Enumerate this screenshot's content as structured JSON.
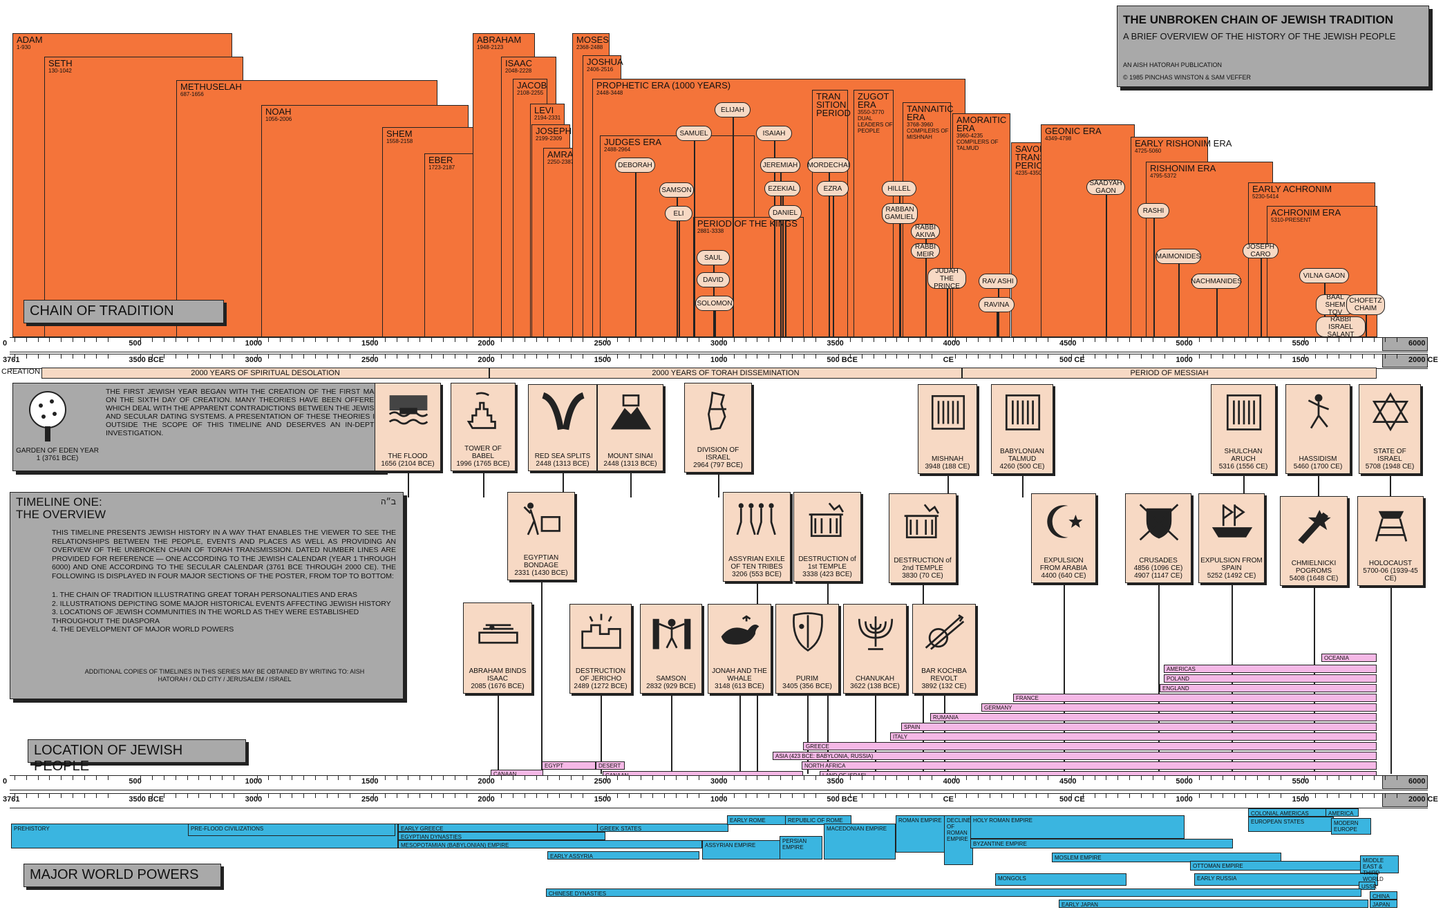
{
  "title": {
    "main": "THE UNBROKEN CHAIN OF JEWISH TRADITION",
    "sub": "A BRIEF OVERVIEW OF THE HISTORY OF THE JEWISH PEOPLE",
    "pub": "AN AISH HATORAH PUBLICATION",
    "copy": "© 1985 PINCHAS WINSTON & SAM VEFFER"
  },
  "banners": {
    "chain": "CHAIN OF TRADITION",
    "location": "LOCATION OF JEWISH PEOPLE",
    "powers": "MAJOR WORLD POWERS"
  },
  "eras": [
    {
      "name": "ADAM",
      "yrs": "1-930"
    },
    {
      "name": "SETH",
      "yrs": "130-1042"
    },
    {
      "name": "METHUSELAH",
      "yrs": "687-1656"
    },
    {
      "name": "NOAH",
      "yrs": "1056-2006"
    },
    {
      "name": "SHEM",
      "yrs": "1558-2158"
    },
    {
      "name": "EBER",
      "yrs": "1723-2187"
    },
    {
      "name": "ABRAHAM",
      "yrs": "1948-2123"
    },
    {
      "name": "ISAAC",
      "yrs": "2048-2228"
    },
    {
      "name": "JACOB",
      "yrs": "2108-2255"
    },
    {
      "name": "LEVI",
      "yrs": "2194-2331"
    },
    {
      "name": "JOSEPH",
      "yrs": "2199-2309"
    },
    {
      "name": "AMRAM",
      "yrs": "2250-2387"
    },
    {
      "name": "MOSES",
      "yrs": "2368-2488"
    },
    {
      "name": "JOSHUA",
      "yrs": "2406-2516"
    },
    {
      "name": "PROPHETIC ERA  (1000 YEARS)",
      "yrs": "2448-3448"
    },
    {
      "name": "JUDGES ERA",
      "yrs": "2488-2964"
    },
    {
      "name": "PERIOD OF THE KINGS",
      "yrs": "2881-3338"
    },
    {
      "name": "TRAN SITION PERIOD",
      "yrs": ""
    },
    {
      "name": "ZUGOT ERA",
      "yrs": "3550-3770 DUAL LEADERS OF PEOPLE"
    },
    {
      "name": "TANNAITIC ERA",
      "yrs": "3768-3960 COMPILERS OF MISHNAH"
    },
    {
      "name": "AMORAITIC ERA",
      "yrs": "3960-4235 COMPILERS OF TALMUD"
    },
    {
      "name": "SAVORAIC TRANSITION PERIOD",
      "yrs": "4235-4350"
    },
    {
      "name": "GEONIC ERA",
      "yrs": "4349-4798"
    },
    {
      "name": "EARLY RISHONIM ERA",
      "yrs": "4725-5060"
    },
    {
      "name": "RISHONIM ERA",
      "yrs": "4795-5372"
    },
    {
      "name": "EARLY ACHRONIM",
      "yrs": "5230-5414"
    },
    {
      "name": "ACHRONIM ERA",
      "yrs": "5310-PRESENT"
    }
  ],
  "people": [
    "ELIJAH",
    "SAMUEL",
    "ISAIAH",
    "DEBORAH",
    "JEREMIAH",
    "MORDECHAI",
    "SAMSON",
    "EZEKIAL",
    "EZRA",
    "ELI",
    "DANIEL",
    "SAUL",
    "DAVID",
    "SOLOMON",
    "HILLEL",
    "RABBAN GAMLIEL",
    "RABBI AKIVA",
    "RABBI MEIR",
    "JUDAH THE PRINCE",
    "RAV ASHI",
    "RAVINA",
    "SAADYAH GAON",
    "RASHI",
    "MAIMONIDES",
    "NACHMANIDES",
    "JOSEPH CARO",
    "VILNA GAON",
    "BAAL SHEM TOV",
    "CHOFETZ CHAIM",
    "RABBI ISRAEL SALANT"
  ],
  "numline": {
    "top": [
      "0",
      "500",
      "1000",
      "1500",
      "2000",
      "2500",
      "3000",
      "3500",
      "4000",
      "4500",
      "5000",
      "5500",
      "6000"
    ],
    "bottom": [
      "3761",
      "3500 BCE",
      "3000",
      "2500",
      "2000",
      "1500",
      "1000",
      "500 BCE",
      "CE",
      "500 CE",
      "1000",
      "1500",
      "2000 CE"
    ]
  },
  "periods": {
    "creation": "CREATION",
    "desolation": "2000 YEARS OF SPIRITUAL DESOLATION",
    "torah": "2000 YEARS OF TORAH DISSEMINATION",
    "messiah": "PERIOD OF MESSIAH"
  },
  "intro": {
    "garden": "GARDEN OF EDEN YEAR 1 (3761 BCE)",
    "text": "THE FIRST JEWISH YEAR BEGAN WITH THE CREATION OF THE FIRST MAN ON THE SIXTH DAY OF CREATION. MANY THEORIES HAVE BEEN OFFERED WHICH DEAL WITH THE APPARENT CONTRADICTIONS BETWEEN THE JEWISH AND SECULAR DATING SYSTEMS. A PRESENTATION OF THESE THEORIES IS OUTSIDE THE SCOPE OF THIS TIMELINE AND DESERVES AN IN-DEPTH INVESTIGATION."
  },
  "overview": {
    "heading1": "TIMELINE ONE:",
    "heading2": "THE OVERVIEW",
    "mark": "ב״ה",
    "body": "THIS TIMELINE PRESENTS JEWISH HISTORY IN A WAY THAT ENABLES THE VIEWER TO SEE THE RELATIONSHIPS BETWEEN THE PEOPLE, EVENTS AND PLACES AS WELL AS PROVIDING AN OVERVIEW OF THE UNBROKEN CHAIN OF TORAH TRANSMISSION. DATED NUMBER LINES ARE PROVIDED FOR REFERENCE — ONE ACCORDING TO THE JEWISH CALENDAR (YEAR 1 THROUGH 6000) AND ONE ACCORDING TO THE SECULAR CALENDAR (3761 BCE THROUGH 2000 CE). THE FOLLOWING IS DISPLAYED IN FOUR MAJOR SECTIONS OF THE POSTER, FROM TOP TO BOTTOM:",
    "items": [
      "1.   THE CHAIN OF TRADITION ILLUSTRATING GREAT TORAH PERSONALITIES AND ERAS",
      "2.   ILLUSTRATIONS DEPICTING SOME MAJOR HISTORICAL EVENTS AFFECTING JEWISH HISTORY",
      "3.   LOCATIONS OF JEWISH COMMUNITIES IN THE WORLD AS THEY WERE ESTABLISHED THROUGHOUT THE DIASPORA",
      "4.   THE DEVELOPMENT OF MAJOR WORLD POWERS"
    ],
    "footer": "ADDITIONAL COPIES OF TIMELINES IN THIS SERIES MAY BE OBTAINED BY WRITING TO: AISH HATORAH / OLD CITY / JERUSALEM / ISRAEL"
  },
  "events": [
    {
      "t": "THE FLOOD",
      "d": "1656 (2104 BCE)",
      "icon": "flood-icon"
    },
    {
      "t": "TOWER OF BABEL",
      "d": "1996 (1765 BCE)",
      "icon": "tower-icon"
    },
    {
      "t": "RED SEA SPLITS",
      "d": "2448 (1313 BCE)",
      "icon": "sea-icon"
    },
    {
      "t": "MOUNT SINAI",
      "d": "2448 (1313 BCE)",
      "icon": "sinai-icon"
    },
    {
      "t": "DIVISION OF ISRAEL",
      "d": "2964 (797 BCE)",
      "icon": "map-icon"
    },
    {
      "t": "MISHNAH",
      "d": "3948 (188 CE)",
      "icon": "book-icon"
    },
    {
      "t": "BABYLONIAN TALMUD",
      "d": "4260 (500 CE)",
      "icon": "book-icon"
    },
    {
      "t": "SHULCHAN ARUCH",
      "d": "5316 (1556 CE)",
      "icon": "book-icon"
    },
    {
      "t": "HASSIDISM",
      "d": "5460 (1700 CE)",
      "icon": "dancer-icon"
    },
    {
      "t": "STATE OF ISRAEL",
      "d": "5708 (1948 CE)",
      "icon": "star-of-david-icon"
    },
    {
      "t": "EGYPTIAN BONDAGE",
      "d": "2331 (1430 BCE)",
      "icon": "slave-icon"
    },
    {
      "t": "ASSYRIAN EXILE OF TEN TRIBES",
      "d": "3206 (553 BCE)",
      "icon": "exile-icon"
    },
    {
      "t": "DESTRUCTION of 1st TEMPLE",
      "d": "3338 (423 BCE)",
      "icon": "temple-icon"
    },
    {
      "t": "DESTRUCTION of 2nd TEMPLE",
      "d": "3830 (70 CE)",
      "icon": "temple-icon"
    },
    {
      "t": "EXPULSION FROM ARABIA",
      "d": "4400 (640 CE)",
      "icon": "crescent-icon"
    },
    {
      "t": "CRUSADES",
      "d": "4856 (1096 CE) 4907 (1147 CE)",
      "icon": "shield-icon"
    },
    {
      "t": "EXPULSION FROM SPAIN",
      "d": "5252 (1492 CE)",
      "icon": "ship-icon"
    },
    {
      "t": "CHMIELNICKI POGROMS",
      "d": "5408 (1648 CE)",
      "icon": "dagger-icon"
    },
    {
      "t": "HOLOCAUST",
      "d": "5700-06 (1939-45 CE)",
      "icon": "watchtower-icon"
    },
    {
      "t": "ABRAHAM BINDS ISAAC",
      "d": "2085 (1676 BCE)",
      "icon": "altar-icon"
    },
    {
      "t": "DESTRUCTION OF JERICHO",
      "d": "2489 (1272 BCE)",
      "icon": "wall-icon"
    },
    {
      "t": "SAMSON",
      "d": "2832 (929 BCE)",
      "icon": "samson-icon"
    },
    {
      "t": "JONAH AND THE WHALE",
      "d": "3148 (613 BCE)",
      "icon": "whale-icon"
    },
    {
      "t": "PURIM",
      "d": "3405 (356 BCE)",
      "icon": "mask-icon"
    },
    {
      "t": "CHANUKAH",
      "d": "3622 (138 BCE)",
      "icon": "menorah-icon"
    },
    {
      "t": "BAR KOCHBA REVOLT",
      "d": "3892 (132 CE)",
      "icon": "arrows-icon"
    }
  ],
  "locations": [
    "OCEANIA",
    "AMERICAS",
    "POLAND",
    "ENGLAND",
    "FRANCE",
    "GERMANY",
    "RUMANIA",
    "SPAIN",
    "ITALY",
    "GREECE",
    "ASIA (423 BCE: BABYLONIA, RUSSIA)",
    "NORTH AFRICA",
    "LAND OF ISRAEL",
    "EGYPT",
    "DESERT",
    "CANAAN",
    "CANAAN"
  ],
  "powers": [
    "PREHISTORY",
    "PRE-FLOOD CIVILIZATIONS",
    "EARLY GREECE",
    "GREEK STATES",
    "EGYPTIAN DYNASTIES",
    "MESOPOTAMIAN (BABYLONIAN) EMPIRE",
    "EARLY ASSYRIA",
    "ASSYRIAN EMPIRE",
    "EARLY ROME",
    "REPUBLIC OF ROME",
    "PERSIAN EMPIRE",
    "MACEDONIAN EMPIRE",
    "ROMAN EMPIRE",
    "DECLINE OF ROMAN EMPIRE",
    "HOLY ROMAN EMPIRE",
    "BYZANTINE EMPIRE",
    "MOSLEM EMPIRE",
    "OTTOMAN EMPIRE",
    "MONGOLS",
    "EARLY RUSSIA",
    "COLONIAL AMERICAS",
    "AMERICA",
    "EUROPEAN STATES",
    "MODERN EUROPE",
    "MIDDLE EAST & THIRD WORLD",
    "USSR",
    "CHINESE DYNASTIES",
    "EARLY JAPAN",
    "CHINA",
    "JAPAN"
  ],
  "colors": {
    "orange": "#f4743a",
    "peach": "#f7d9c4",
    "pink": "#f5b8e6",
    "blue": "#3ab5e0",
    "gray": "#a9a9a9"
  }
}
